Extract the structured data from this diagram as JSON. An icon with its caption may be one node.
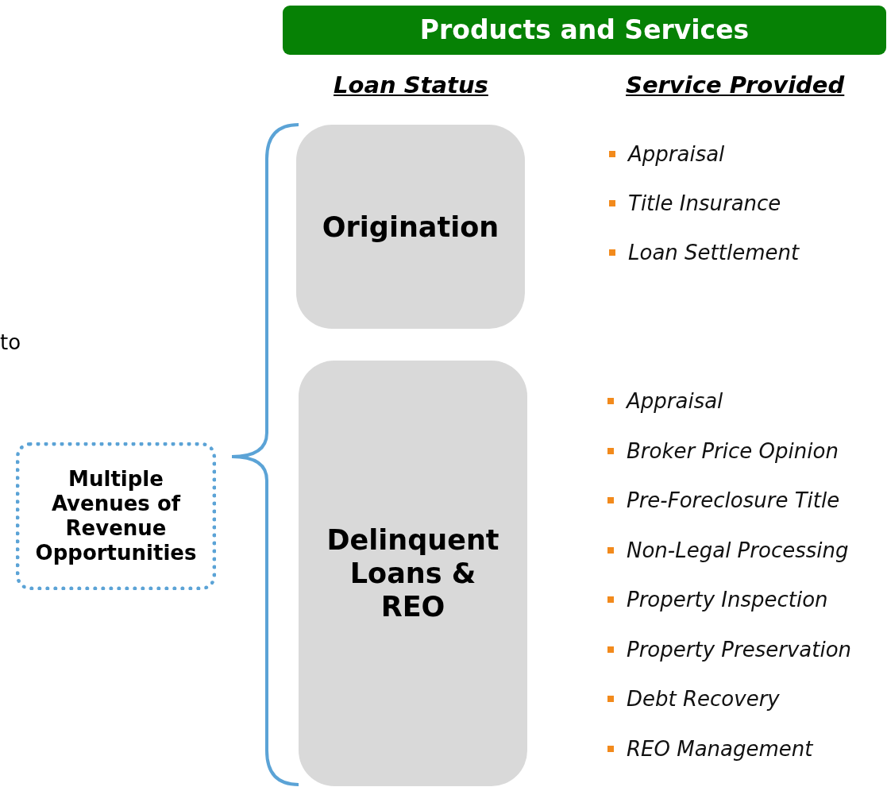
{
  "diagram": {
    "nodes": [
      {
        "text": [
          "Products and Services"
        ]
      },
      {
        "text": [
          "Origination"
        ],
        "beside": [
          "Appraisal",
          "Title Insurance",
          "Loan Settlement"
        ]
      },
      {
        "text": [
          "Delinquent Loans & REO"
        ],
        "beside": [
          "Appraisal",
          "Broker Price Opinion",
          "Pre-Foreclosure Title",
          "Non-Legal Processing",
          "Property Inspection",
          "Property Preservation",
          "Debt Recovery",
          "REO Management"
        ]
      },
      {
        "text": [
          "Multiple Avenues of Revenue Opportunities"
        ]
      }
    ],
    "labels": [
      "Loan Status",
      "Service Provided",
      "to"
    ]
  }
}
